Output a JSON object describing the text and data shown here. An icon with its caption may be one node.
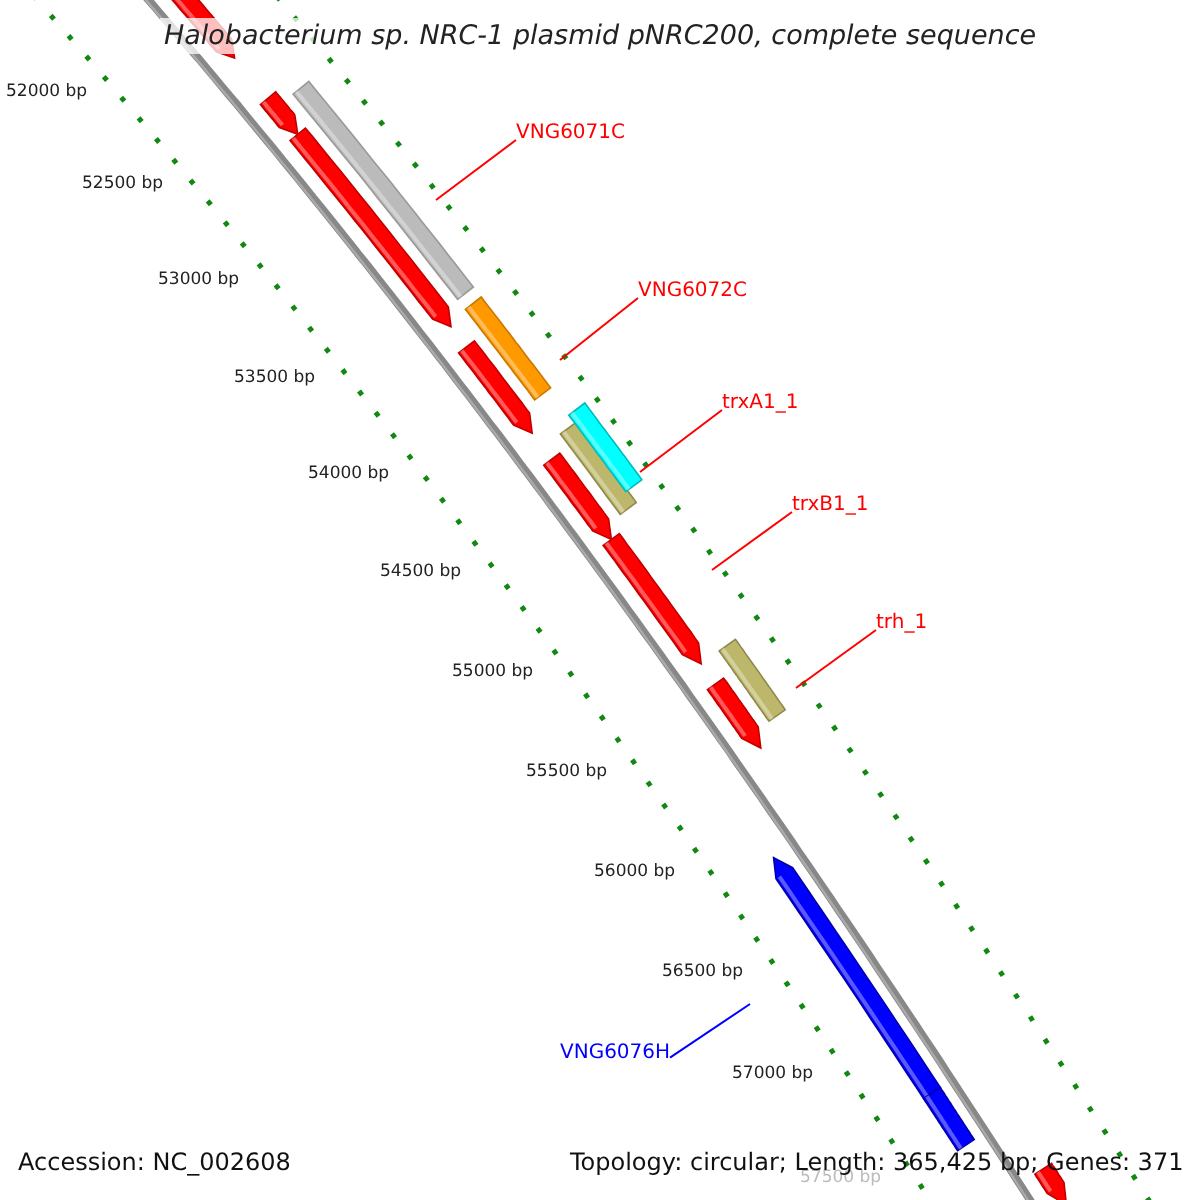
{
  "diagram": {
    "title": "Halobacterium sp. NRC-1 plasmid pNRC200, complete sequence",
    "nodes": [
      {
        "text": [
          "VNG6071C"
        ]
      },
      {
        "text": [
          "VNG6072C"
        ]
      },
      {
        "text": [
          "trxA1_1"
        ]
      },
      {
        "text": [
          "trxB1_1"
        ]
      },
      {
        "text": [
          "trh_1"
        ]
      },
      {
        "text": [
          "VNG6076H"
        ]
      }
    ],
    "edges": [
      {
        "from": 0,
        "to": null,
        "arrow": "none"
      },
      {
        "from": 1,
        "to": null,
        "arrow": "none"
      },
      {
        "from": 2,
        "to": null,
        "arrow": "none"
      },
      {
        "from": 3,
        "to": null,
        "arrow": "none"
      },
      {
        "from": 4,
        "to": null,
        "arrow": "none"
      },
      {
        "from": 5,
        "to": null,
        "arrow": "none",
        "color": "#0000ff"
      }
    ],
    "labels": [
      "52000 bp",
      "52500 bp",
      "53000 bp",
      "53500 bp",
      "54000 bp",
      "54500 bp",
      "55000 bp",
      "55500 bp",
      "56000 bp",
      "56500 bp",
      "57000 bp",
      "57500 bp",
      "Accession: NC_002608",
      "Topology: circular; Length: 365,425 bp; Genes: 371"
    ]
  }
}
